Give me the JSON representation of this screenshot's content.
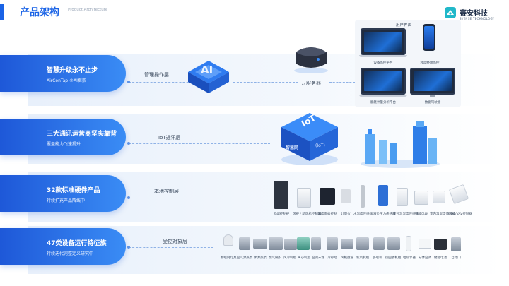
{
  "header": {
    "title": "产品架构",
    "subtitle": "Product Architecture",
    "brand_cn": "赛安科技",
    "brand_en": "SYENSE TECHNOLOGY"
  },
  "layers": [
    {
      "title": "智慧升级永不止步",
      "subtitle": "AirConTap ®AI框架",
      "label": "管理操作层"
    },
    {
      "title": "三大通讯运营商坚实靠背",
      "subtitle": "覆盖能力飞速提升",
      "label": "IoT通讯层"
    },
    {
      "title": "32款标准硬件产品",
      "subtitle": "持续扩充产品阵线中",
      "label": "本地控制层"
    },
    {
      "title": "47类设备运行特征族",
      "subtitle": "持续迭代完整定义研究中",
      "label": "受控对象层"
    }
  ],
  "cloud": {
    "label": "云服务器"
  },
  "ai_chip": {
    "text": "AI"
  },
  "iot_cube": {
    "top": "IoT",
    "side": "智慧网",
    "side2": "(IoT)"
  },
  "user_interface": {
    "title": "用户界面",
    "items": [
      "设备监控平台",
      "移动终端监控",
      "能耗计量分析平台",
      "数据驾驶舱"
    ]
  },
  "hardware_items": [
    "云端控制柜",
    "风柜 / 新风机控制器",
    "温度面板控制",
    "计量仪",
    "水温度传感器",
    "液位压力传感器",
    "室外温湿度传感器",
    "智能电表",
    "室内温湿度传感器",
    "DDC/VAV控制器"
  ],
  "equipment_items": [
    "物联网灯具",
    "空气源热泵",
    "水源热泵",
    "燃气锅炉",
    "风冷机组",
    "离心机组",
    "空调末端",
    "冷却塔",
    "风机盘管",
    "新风机组",
    "多联机",
    "热回收机组",
    "电热水器",
    "分体空调",
    "储能电池",
    "自动门"
  ],
  "colors": {
    "brand": "#1a63e6",
    "tab_start": "#1e58d8",
    "tab_end": "#3a8cf5",
    "band": "#e8f0fb"
  }
}
